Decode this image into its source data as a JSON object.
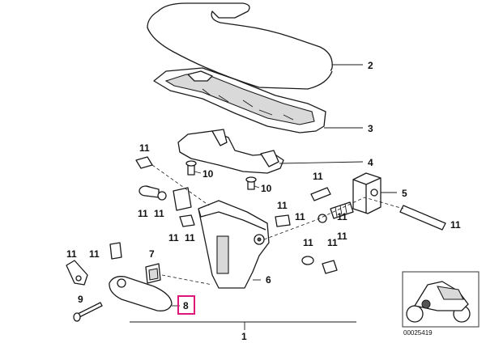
{
  "callouts": {
    "c1": "1",
    "c2": "2",
    "c3": "3",
    "c4": "4",
    "c5": "5",
    "c6": "6",
    "c7": "7",
    "c8": "8",
    "c9": "9",
    "c10a": "10",
    "c10b": "10",
    "c11": [
      "11",
      "11",
      "11",
      "11",
      "11",
      "11",
      "11",
      "11",
      "11",
      "11",
      "11",
      "11",
      "11",
      "11",
      "11"
    ]
  },
  "highlighted_part": "8",
  "highlight_color": "#e0157a",
  "diagram_ref": "00025419"
}
